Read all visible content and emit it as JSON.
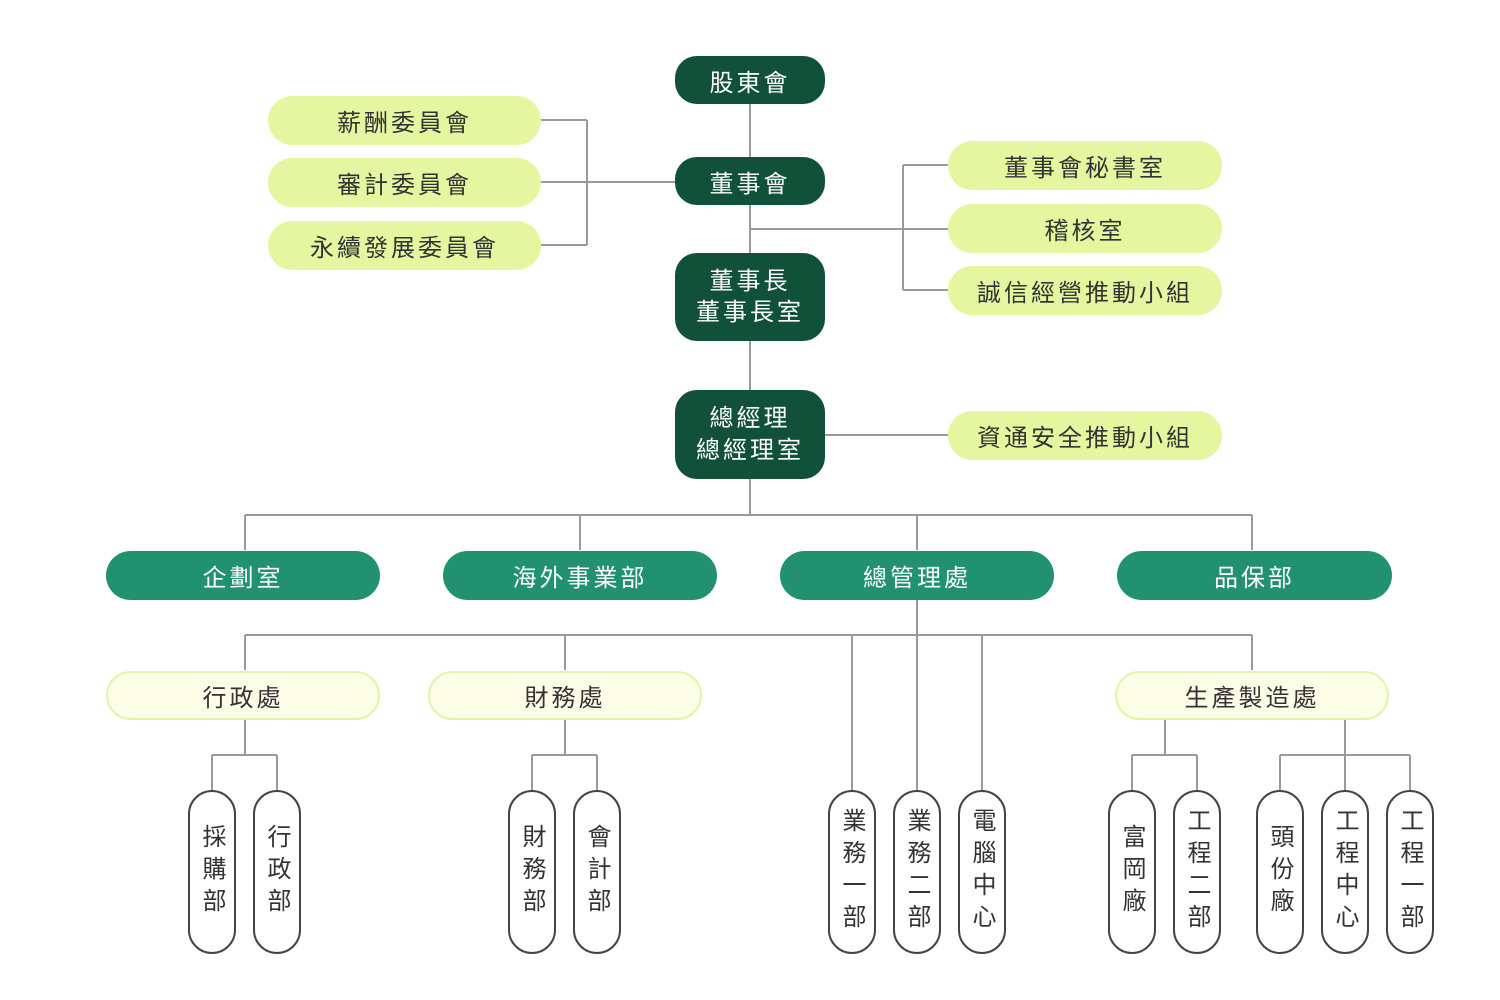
{
  "top": {
    "shareholders": "股東會",
    "board": "董事會",
    "chairman": "董事長",
    "chairman_office": "董事長室",
    "president": "總經理",
    "president_office": "總經理室"
  },
  "committees": {
    "compensation": "薪酬委員會",
    "audit": "審計委員會",
    "sustainability": "永續發展委員會"
  },
  "board_units": {
    "secretary": "董事會秘書室",
    "internal_audit": "稽核室",
    "integrity": "誠信經營推動小組"
  },
  "infosec": "資通安全推動小組",
  "divisions": {
    "planning": "企劃室",
    "overseas": "海外事業部",
    "general_management": "總管理處",
    "quality": "品保部"
  },
  "sub_divisions": {
    "administration": "行政處",
    "finance": "財務處",
    "manufacturing": "生產製造處"
  },
  "departments": {
    "procurement": "採購部",
    "admin_dept": "行政部",
    "finance_dept": "財務部",
    "accounting": "會計部",
    "sales_1": "業務一部",
    "sales_2": "業務二部",
    "computer_center": "電腦中心",
    "fugang_plant": "富岡廠",
    "engineering_2": "工程二部",
    "toufen_plant": "頭份廠",
    "engineering_center": "工程中心",
    "engineering_1": "工程一部"
  }
}
